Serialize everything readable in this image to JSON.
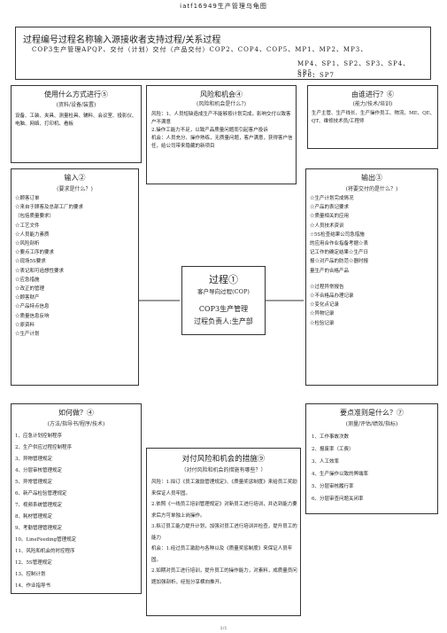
{
  "doc_title": "iatf16949生产管理乌龟图",
  "header": {
    "title": "过程编号过程名称输入源接收者支持过程/关系过程",
    "line1": "COP3生产管理APQP、交付（计划）交付（产品交付）COP2、COP4、COP5、MP1、MP2、MP3、",
    "line2": "MP4、SP1、SP2、SP3、SP4、SP5、",
    "line3": "SP6、SP7"
  },
  "tools": {
    "title": "使用什么方式进行⑤",
    "subtitle": "(资料/设备/装置)",
    "body": "设备、工装、夹具、测量检具、辅料、会议室、投影仪、电脑、网络、打印机、看板"
  },
  "risk": {
    "title": "风险和机会④",
    "subtitle": "(风险和机会是什么?)",
    "body": "风险：1、人员短缺造成生产不能够按计划完成，影响交付以致客户不满意\n2.操作工能力不足，以致产品质量问题而引起客户投诉\n机会：人员充分、操作熟练，无质量问题，客户满意，获得客户信任，给公司带来隐藏的新项目"
  },
  "who": {
    "title": "由谁进行？⑥",
    "subtitle": "(能力/技术/培训)",
    "body": "生产主管、生产线长、生产操作员工、物流、ME、QE、QT、维修技术员/工程师"
  },
  "input": {
    "title": "输入②",
    "subtitle": "(要求是什么？)",
    "items": [
      "☆顾客订单",
      "☆来自于顾客及总部工厂的要求",
      "（包括质量要求）",
      "☆工艺文件",
      "☆人员能力素质",
      "☆风险剖析",
      "☆要点工序的要求",
      "☆现场5S要求",
      "☆表记和可追想性要求",
      "☆应急措施",
      "☆改正的管理",
      "☆顾客财产",
      "☆产品特点信息",
      "☆质量信息反响",
      "☆原资料",
      "☆生产计划"
    ]
  },
  "output": {
    "title": "输出③",
    "subtitle": "(将要交付的是什么？)",
    "items": [
      "☆生产计划完成情况",
      "☆产品的表记要求",
      "☆质量相关的应用",
      "☆人员技术资训",
      "☆5S检查结果公司急措施",
      "的应用合作业指备考据☆表",
      "记工作的确定结果☆生产日",
      "报☆对产品的防范☆器时报",
      "量生产的合格产品",
      "☆过程异常报告",
      "☆不合格品办理记录",
      "☆变化点记录",
      "☆异物记录",
      "☆检验记录"
    ]
  },
  "center": {
    "title": "过程①",
    "subtitle": "客户导向过程(COP)",
    "name1": "COP3生产管理",
    "name2": "过程负责人:生产部"
  },
  "how": {
    "title": "如何做？④",
    "subtitle": "(方法/指导书/程序/技术)",
    "items": [
      "1、应急计划控制程序",
      "2、生产供应过程控制程序",
      "3、异物管理规定",
      "4、分层审核管理规定",
      "5、异常管理规定",
      "6、新产品检验管理规定",
      "7、视频系统管理规定",
      "8、耗材管理规定",
      "9、考勤管理管理规定",
      "10、LineFeeding管理规定",
      "11、风险和机会的时控程序",
      "12、5S管理规定",
      "13、控制计划",
      "14、作业指导书"
    ]
  },
  "measures": {
    "title": "对付风险和机会的措施⑨",
    "subtitle": "（对付风险和机会的措施有哪些？）",
    "body": "风险：1.拟订《员工激励管理规定》、《质量奖惩制度》来给员工奖励来保证人员牢固。\n2.依照《一线员工培训管理规定》对新员工进行培训，并达到能力要求后方可单独上岗操作。\n3.拟订员工能力提升计划，加强对员工进行培训并检查，提升员工的能力\n机会：1.经过员工激励与各种以及《质量奖惩制度》来保证人员牢固。\n2.如期对员工进行培训，提升员工的操作能力，对素料，成质量员问题加强剖析，经验分享横向推开。"
  },
  "kpi": {
    "title": "要点准则是什么？⑦",
    "subtitle": "(测量/评估/绩效/指标)",
    "items": [
      "1、工作事故次数",
      "2、报废率（工费）",
      "3、人工效率",
      "4、生产操作以致的弊端率",
      "5、分层审核履行率",
      "6、分层审查问题关闭率"
    ]
  },
  "footer": "1/1"
}
